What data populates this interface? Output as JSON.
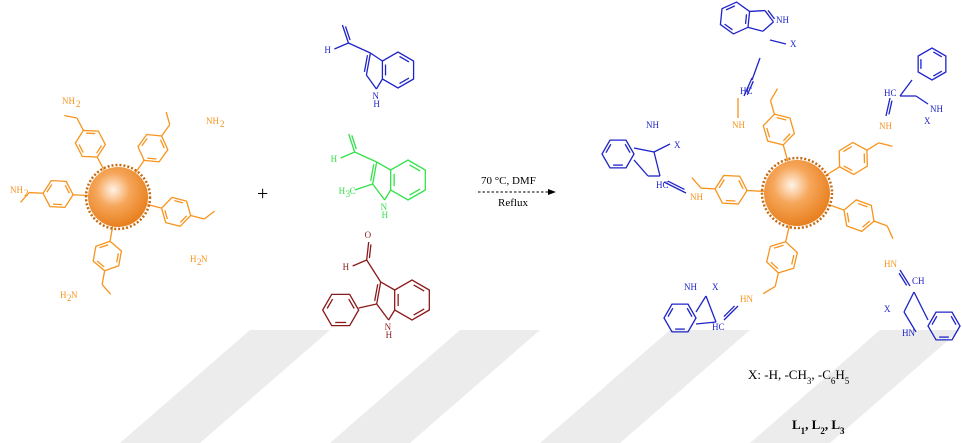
{
  "colors": {
    "linker": "#f7941d",
    "indole": "#1f24c8",
    "methylindole": "#33e24a",
    "phenylindole": "#8b1a1a",
    "text": "#000000"
  },
  "labels": {
    "nh2": "NH",
    "nh2_sub": "2",
    "h2n_h": "H",
    "h2n_sub": "2",
    "h2n_n": "N",
    "h": "H",
    "nh": "NH",
    "hn": "HN",
    "n_h": "N",
    "n_h2": "H",
    "o": "O",
    "h3c_h": "H",
    "h3c_sub": "3",
    "h3c_c": "C",
    "x": "X",
    "hc": "HC",
    "ch": "CH"
  },
  "plus": "+",
  "conditions": {
    "top": "70 °C, DMF",
    "bottom": "Reflux"
  },
  "substituents": {
    "prefix": "X: ",
    "items": [
      {
        "text": "-H, "
      },
      {
        "text": "-CH",
        "sub": "3",
        "after": ", "
      },
      {
        "text": "-C",
        "sub": "6",
        "mid": "H",
        "sub2": "5"
      }
    ]
  },
  "ligands": [
    {
      "letter": "L",
      "sub": "1",
      "sep": ", "
    },
    {
      "letter": "L",
      "sub": "2",
      "sep": ", "
    },
    {
      "letter": "L",
      "sub": "3",
      "sep": ""
    }
  ]
}
